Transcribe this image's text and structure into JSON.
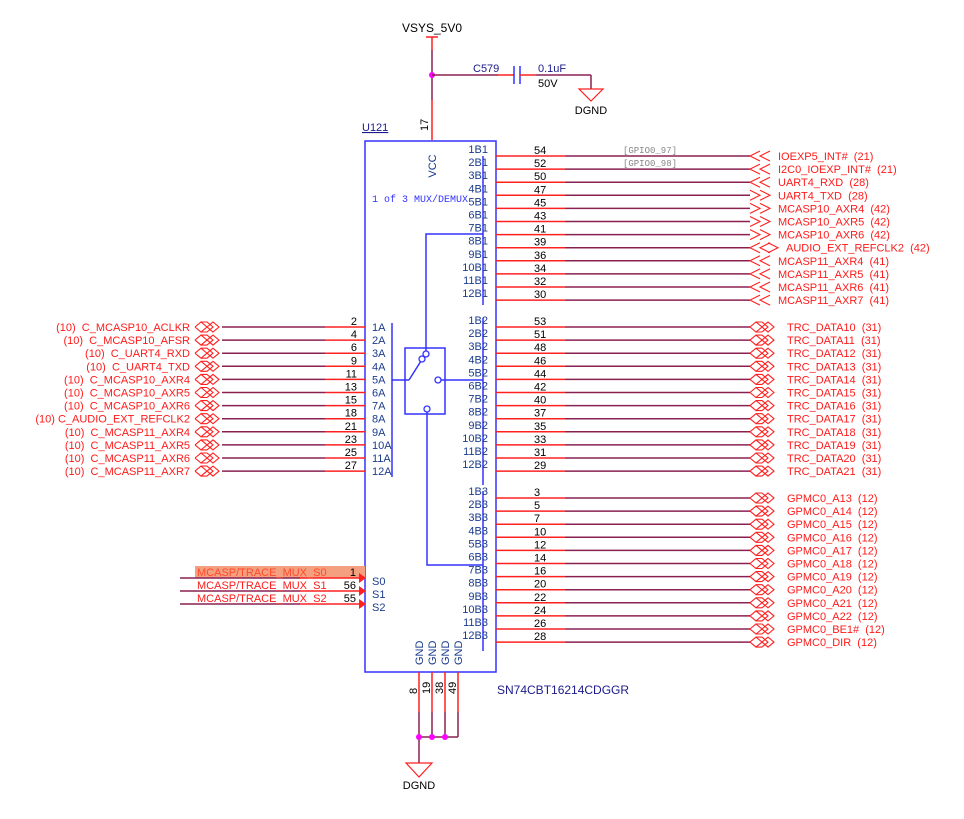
{
  "power": {
    "net": "VSYS_5V0",
    "ground_top": "DGND",
    "ground_bottom": "DGND"
  },
  "capacitor": {
    "ref": "C579",
    "value": "0.1uF",
    "voltage": "50V"
  },
  "component": {
    "ref": "U121",
    "part_number": "SN74CBT16214CDGGR",
    "description": "1 of 3 MUX/DEMUX",
    "vcc_label": "VCC",
    "vcc_pin": "17",
    "gnd_pins": [
      {
        "label": "GND",
        "pin": "8"
      },
      {
        "label": "GND",
        "pin": "19"
      },
      {
        "label": "GND",
        "pin": "38"
      },
      {
        "label": "GND",
        "pin": "49"
      }
    ]
  },
  "a_pins": [
    {
      "pin": "1A",
      "num": "2",
      "net": "(10)  C_MCASP10_ACLKR"
    },
    {
      "pin": "2A",
      "num": "4",
      "net": "(10)  C_MCASP10_AFSR"
    },
    {
      "pin": "3A",
      "num": "6",
      "net": "(10)  C_UART4_RXD"
    },
    {
      "pin": "4A",
      "num": "9",
      "net": "(10)  C_UART4_TXD"
    },
    {
      "pin": "5A",
      "num": "11",
      "net": "(10)  C_MCASP10_AXR4"
    },
    {
      "pin": "6A",
      "num": "13",
      "net": "(10)  C_MCASP10_AXR5"
    },
    {
      "pin": "7A",
      "num": "15",
      "net": "(10)  C_MCASP10_AXR6"
    },
    {
      "pin": "8A",
      "num": "18",
      "net": "(10) C_AUDIO_EXT_REFCLK2"
    },
    {
      "pin": "9A",
      "num": "21",
      "net": "(10)  C_MCASP11_AXR4"
    },
    {
      "pin": "10A",
      "num": "23",
      "net": "(10)  C_MCASP11_AXR5"
    },
    {
      "pin": "11A",
      "num": "25",
      "net": "(10)  C_MCASP11_AXR6"
    },
    {
      "pin": "12A",
      "num": "27",
      "net": "(10)  C_MCASP11_AXR7"
    }
  ],
  "s_pins": [
    {
      "pin": "S0",
      "num": "1",
      "net": "MCASP/TRACE_MUX_S0",
      "highlighted": true
    },
    {
      "pin": "S1",
      "num": "56",
      "net": "MCASP/TRACE_MUX_S1",
      "highlighted": false
    },
    {
      "pin": "S2",
      "num": "55",
      "net": "MCASP/TRACE_MUX_S2",
      "highlighted": false
    }
  ],
  "b1_pins": [
    {
      "pin": "1B1",
      "num": "54",
      "net": "IOEXP5_INT#  (21)",
      "alias": "[GPIO0_97]",
      "dir": "in"
    },
    {
      "pin": "2B1",
      "num": "52",
      "net": "I2C0_IOEXP_INT#  (21)",
      "alias": "[GPIO0_98]",
      "dir": "in"
    },
    {
      "pin": "3B1",
      "num": "50",
      "net": "UART4_RXD  (28)",
      "alias": "",
      "dir": "in"
    },
    {
      "pin": "4B1",
      "num": "47",
      "net": "UART4_TXD  (28)",
      "alias": "",
      "dir": "out"
    },
    {
      "pin": "5B1",
      "num": "45",
      "net": "MCASP10_AXR4  (42)",
      "alias": "",
      "dir": "out"
    },
    {
      "pin": "6B1",
      "num": "43",
      "net": "MCASP10_AXR5  (42)",
      "alias": "",
      "dir": "out"
    },
    {
      "pin": "7B1",
      "num": "41",
      "net": "MCASP10_AXR6  (42)",
      "alias": "",
      "dir": "out"
    },
    {
      "pin": "8B1",
      "num": "39",
      "net": "AUDIO_EXT_REFCLK2  (42)",
      "alias": "",
      "dir": "bi"
    },
    {
      "pin": "9B1",
      "num": "36",
      "net": "MCASP11_AXR4  (41)",
      "alias": "",
      "dir": "in"
    },
    {
      "pin": "10B1",
      "num": "34",
      "net": "MCASP11_AXR5  (41)",
      "alias": "",
      "dir": "in"
    },
    {
      "pin": "11B1",
      "num": "32",
      "net": "MCASP11_AXR6  (41)",
      "alias": "",
      "dir": "in"
    },
    {
      "pin": "12B1",
      "num": "30",
      "net": "MCASP11_AXR7  (41)",
      "alias": "",
      "dir": "in"
    }
  ],
  "b2_pins": [
    {
      "pin": "1B2",
      "num": "53",
      "net": "TRC_DATA10  (31)"
    },
    {
      "pin": "2B2",
      "num": "51",
      "net": "TRC_DATA11  (31)"
    },
    {
      "pin": "3B2",
      "num": "48",
      "net": "TRC_DATA12  (31)"
    },
    {
      "pin": "4B2",
      "num": "46",
      "net": "TRC_DATA13  (31)"
    },
    {
      "pin": "5B2",
      "num": "44",
      "net": "TRC_DATA14  (31)"
    },
    {
      "pin": "6B2",
      "num": "42",
      "net": "TRC_DATA15  (31)"
    },
    {
      "pin": "7B2",
      "num": "40",
      "net": "TRC_DATA16  (31)"
    },
    {
      "pin": "8B2",
      "num": "37",
      "net": "TRC_DATA17  (31)"
    },
    {
      "pin": "9B2",
      "num": "35",
      "net": "TRC_DATA18  (31)"
    },
    {
      "pin": "10B2",
      "num": "33",
      "net": "TRC_DATA19  (31)"
    },
    {
      "pin": "11B2",
      "num": "31",
      "net": "TRC_DATA20  (31)"
    },
    {
      "pin": "12B2",
      "num": "29",
      "net": "TRC_DATA21  (31)"
    }
  ],
  "b3_pins": [
    {
      "pin": "1B3",
      "num": "3",
      "net": "GPMC0_A13  (12)"
    },
    {
      "pin": "2B3",
      "num": "5",
      "net": "GPMC0_A14  (12)"
    },
    {
      "pin": "3B3",
      "num": "7",
      "net": "GPMC0_A15  (12)"
    },
    {
      "pin": "4B3",
      "num": "10",
      "net": "GPMC0_A16  (12)"
    },
    {
      "pin": "5B3",
      "num": "12",
      "net": "GPMC0_A17  (12)"
    },
    {
      "pin": "6B3",
      "num": "14",
      "net": "GPMC0_A18  (12)"
    },
    {
      "pin": "7B3",
      "num": "16",
      "net": "GPMC0_A19  (12)"
    },
    {
      "pin": "8B3",
      "num": "20",
      "net": "GPMC0_A20  (12)"
    },
    {
      "pin": "9B3",
      "num": "22",
      "net": "GPMC0_A21  (12)"
    },
    {
      "pin": "10B3",
      "num": "24",
      "net": "GPMC0_A22  (12)"
    },
    {
      "pin": "11B3",
      "num": "26",
      "net": "GPMC0_BE1#  (12)"
    },
    {
      "pin": "12B3",
      "num": "28",
      "net": "GPMC0_DIR  (12)"
    }
  ],
  "colors": {
    "net_red": "#ff1a1a",
    "wire": "#8a2050",
    "body_blue": "#3333ff",
    "pin_label_blue": "#1a3c8c",
    "junction": "#ff00ff",
    "highlight": "#f4a080"
  }
}
